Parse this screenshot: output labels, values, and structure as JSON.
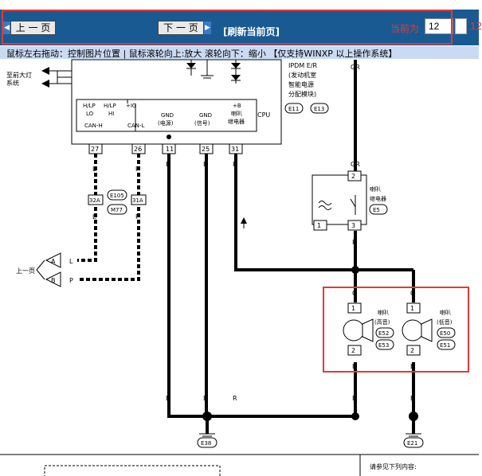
{
  "toolbar": {
    "prev_label": "上 一 页",
    "next_label": "下 一 页",
    "refresh_label": "[刷新当前页]",
    "current_page_label": "当前为",
    "current_page_value": "12",
    "total_pages_partial": "12"
  },
  "hint": {
    "text": "鼠标左右拖动：控制图片位置 | 鼠标滚轮向上:放大  滚轮向下：缩小 【仅支持WINXP 以上操作系统】"
  },
  "diagram": {
    "headlamp_label_line1": "至前大灯",
    "headlamp_label_line2": "系统",
    "ipdm_line1": "IPDM E/R",
    "ipdm_line2": "(发动机室",
    "ipdm_line3": "智能电源",
    "ipdm_line4": "分配模块)",
    "conn_e11": "E11",
    "conn_e13": "E13",
    "cpu_label": "CPU",
    "pin_hlp_lo_1": "H/LP",
    "pin_hlp_lo_2": "LO",
    "pin_hlp_hi_1": "H/LP",
    "pin_hlp_hi_2": "HI",
    "pin_ig": "+IG",
    "pin_canh": "CAN-H",
    "pin_canl": "CAN-L",
    "pin_gnd1_1": "GND",
    "pin_gnd1_2": "(电源)",
    "pin_gnd2_1": "GND",
    "pin_gnd2_2": "(信号)",
    "pin_b_1": "+B",
    "pin_b_2": "喇叭",
    "pin_b_3": "继电器",
    "term_27": "27",
    "term_26": "26",
    "term_11": "11",
    "term_25": "25",
    "term_31": "31",
    "wire_l": "L",
    "wire_p": "P",
    "wire_b": "B",
    "wire_r": "R",
    "wire_g": "G",
    "wire_gr": "GR",
    "term_32a": "32A",
    "term_31a": "31A",
    "conn_e105": "E105",
    "conn_m77": "M77",
    "prev_page_label": "上一页",
    "off_a": "A",
    "off_b": "B",
    "relay_label_1": "喇叭",
    "relay_label_2": "继电器",
    "conn_e5": "E5",
    "relay_pin_2": "2",
    "relay_pin_1": "1",
    "relay_pin_3": "3",
    "horn_high_1": "喇叭",
    "horn_high_2": "(高音)",
    "horn_low_1": "喇叭",
    "horn_low_2": "(低音)",
    "conn_e52": "E52",
    "conn_e53": "E53",
    "conn_e50": "E50",
    "conn_e51": "E51",
    "horn_pin_1": "1",
    "horn_pin_2": "2",
    "ground_e38": "E38",
    "ground_e21": "E21",
    "refer_text": "请参见下列内容:"
  },
  "colors": {
    "toolbar_bg": "#1a5a92",
    "hint_bg": "#c9daf3",
    "highlight_red": "#e03a3a"
  }
}
